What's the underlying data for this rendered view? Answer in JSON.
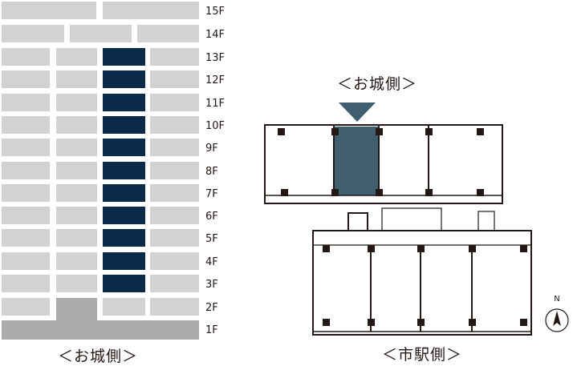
{
  "floors": [
    "15F",
    "14F",
    "13F",
    "12F",
    "11F",
    "10F",
    "9F",
    "8F",
    "7F",
    "6F",
    "5F",
    "4F",
    "3F",
    "2F",
    "1F"
  ],
  "selected_floors": [
    "13F",
    "12F",
    "11F",
    "10F",
    "9F",
    "8F",
    "7F",
    "6F",
    "5F",
    "4F",
    "3F"
  ],
  "stack_caption": "＜お城側＞",
  "plan_top_caption": "＜お城側＞",
  "plan_bottom_caption": "＜市駅側＞",
  "north_label": "N",
  "colors": {
    "unit_gray": "#d0d2d3",
    "selected_navy": "#0b2a4a",
    "base_gray": "#a9abac",
    "plan_highlight": "#3f5f6e",
    "plan_line": "#231815"
  }
}
